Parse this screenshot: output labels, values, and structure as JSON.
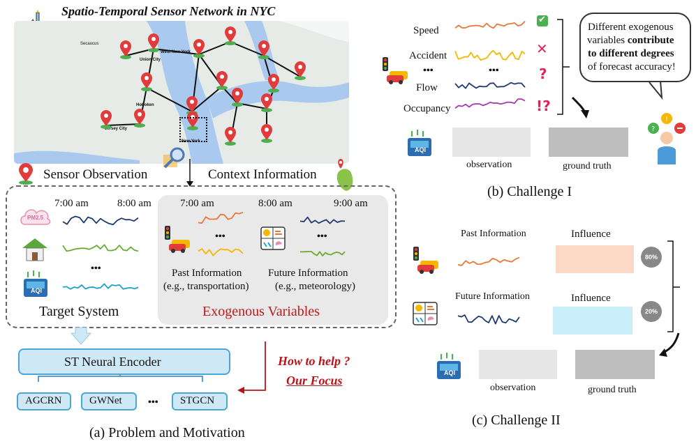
{
  "panel_a": {
    "map_title": "Spatio-Temporal Sensor Network in NYC",
    "map_labels": {
      "secaucus": "Secaucus",
      "west_new_york": "West New York",
      "union_city": "Union City",
      "hoboken": "Hoboken",
      "jersey_city": "Jersey City",
      "new_york": "New York"
    },
    "sensor_observation": "Sensor Observation",
    "context_information": "Context Information",
    "time_7am": "7:00 am",
    "time_8am": "8:00 am",
    "time_9am": "9:00 am",
    "pm25_icon_text": "PM2.5",
    "aqi_icon_text": "AQI",
    "ellipsis": "•••",
    "target_system": "Target System",
    "past_info_line1": "Past Information",
    "past_info_line2": "(e.g., transportation)",
    "future_info_line1": "Future Information",
    "future_info_line2": "(e.g., meteorology)",
    "exogenous_variables": "Exogenous Variables",
    "encoder": "ST Neural Encoder",
    "models": [
      "AGCRN",
      "GWNet",
      "•••",
      "STGCN"
    ],
    "how_to_help": "How to help ?",
    "our_focus": "Our Focus",
    "caption": "(a) Problem and Motivation"
  },
  "panel_b": {
    "variables": [
      "Speed",
      "Accident",
      "•••",
      "Flow",
      "Occupancy"
    ],
    "ellipsis": "•••",
    "marks": {
      "check": "✔",
      "cross": "✕",
      "question": "?",
      "exclaim_question": "!?"
    },
    "bubble_line1": "Different exogenous",
    "bubble_line2_plain": "variables ",
    "bubble_line2_bold": "contribute",
    "bubble_line3_bold": "to different degrees",
    "bubble_line4": "of forecast accuracy!",
    "observation": "observation",
    "ground_truth": "ground truth",
    "caption": "(b)  Challenge I"
  },
  "panel_c": {
    "past_information": "Past Information",
    "future_information": "Future Information",
    "influence_1": "Influence",
    "influence_2": "Influence",
    "pct_1": "80%",
    "pct_2": "20%",
    "observation": "observation",
    "ground_truth": "ground truth",
    "caption": "(c)  Challenge II"
  },
  "colors": {
    "orange": "#e8773a",
    "yellow": "#f5b800",
    "navy": "#1f3a6e",
    "green": "#6aab2f",
    "cyan": "#1f9fd0",
    "purple": "#a23ab0",
    "red_text": "#c0181c",
    "pin_red": "#e23b3b",
    "pin_green": "#4caf50"
  }
}
